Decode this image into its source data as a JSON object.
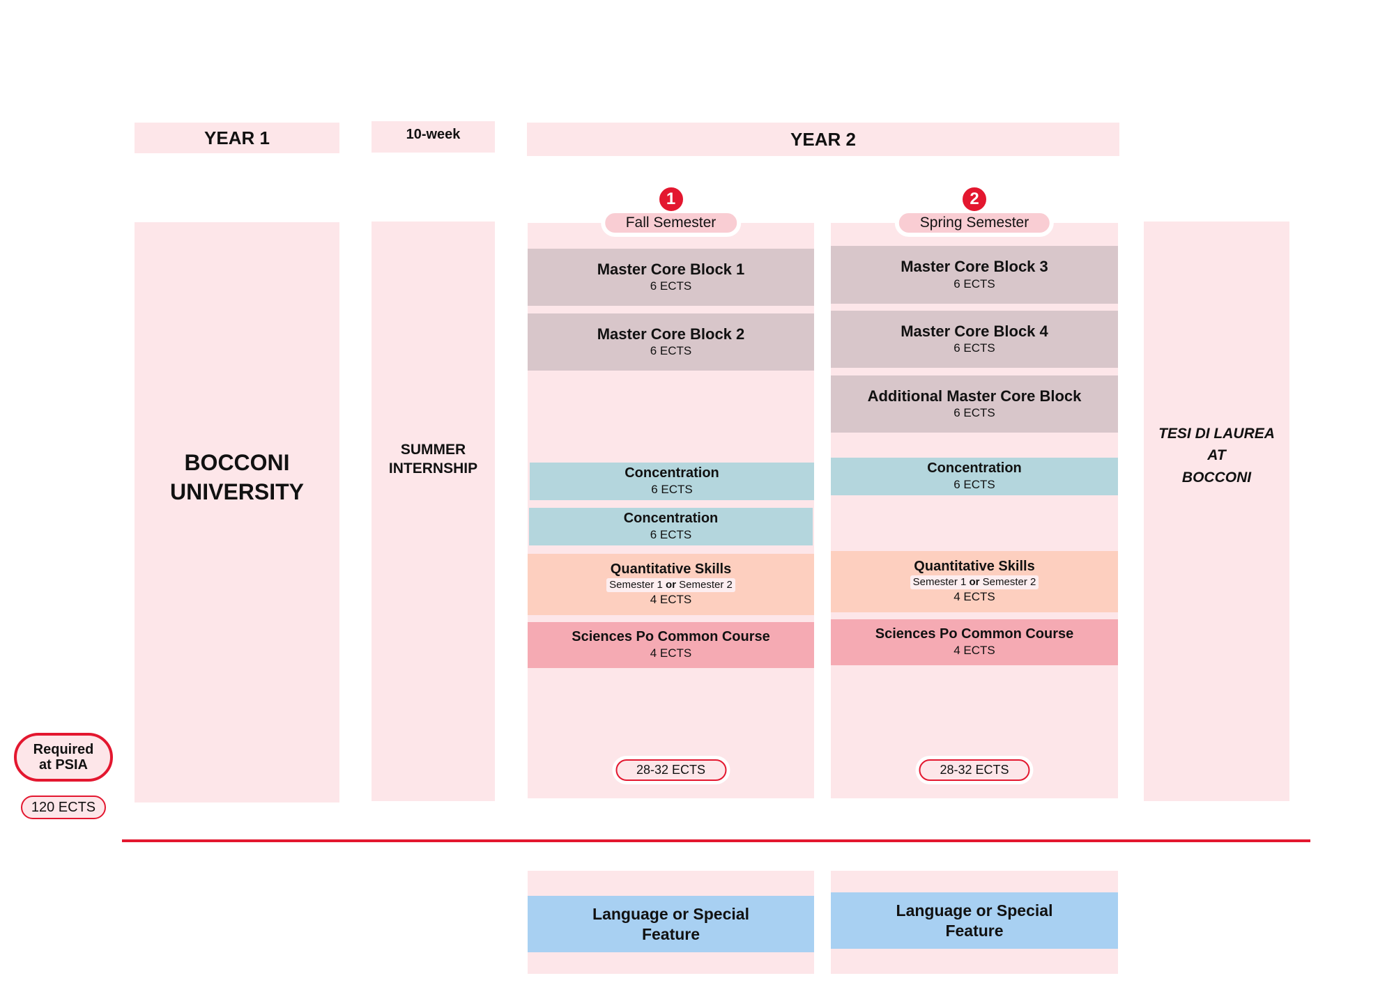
{
  "headers": {
    "year1": "YEAR 1",
    "internship_duration": "10-week",
    "year2": "YEAR 2"
  },
  "columns": {
    "bocconi": {
      "line1": "BOCCONI",
      "line2": "UNIVERSITY"
    },
    "internship": {
      "line1": "SUMMER",
      "line2": "INTERNSHIP"
    },
    "thesis": {
      "line1": "TESI DI LAUREA",
      "line2": "AT",
      "line3": "BOCCONI"
    }
  },
  "semesters": [
    {
      "number": "1",
      "label": "Fall Semester",
      "total_ects": "28-32 ECTS",
      "blocks": [
        {
          "type": "core",
          "title": "Master Core Block 1",
          "ects": "6 ECTS"
        },
        {
          "type": "core",
          "title": "Master Core Block 2",
          "ects": "6 ECTS"
        },
        {
          "type": "concentration",
          "title": "Concentration",
          "ects": "6 ECTS"
        },
        {
          "type": "concentration",
          "title": "Concentration",
          "ects": "6 ECTS"
        },
        {
          "type": "quant",
          "title": "Quantitative Skills",
          "note_a": "Semester 1",
          "note_or": "or",
          "note_b": "Semester 2",
          "ects": "4 ECTS"
        },
        {
          "type": "common",
          "title": "Sciences Po Common Course",
          "ects": "4 ECTS"
        }
      ],
      "extra": "Language or Special Feature"
    },
    {
      "number": "2",
      "label": "Spring Semester",
      "total_ects": "28-32 ECTS",
      "blocks": [
        {
          "type": "core",
          "title": "Master Core Block 3",
          "ects": "6 ECTS"
        },
        {
          "type": "core",
          "title": "Master Core Block 4",
          "ects": "6 ECTS"
        },
        {
          "type": "core",
          "title": "Additional Master Core Block",
          "ects": "6 ECTS"
        },
        {
          "type": "concentration",
          "title": "Concentration",
          "ects": "6 ECTS"
        },
        {
          "type": "quant",
          "title": "Quantitative Skills",
          "note_a": "Semester 1",
          "note_or": "or",
          "note_b": "Semester 2",
          "ects": "4 ECTS"
        },
        {
          "type": "common",
          "title": "Sciences Po Common Course",
          "ects": "4 ECTS"
        }
      ],
      "extra": "Language or Special Feature"
    }
  ],
  "legend": {
    "required_line1": "Required",
    "required_line2": "at PSIA",
    "total": "120 ECTS"
  },
  "colors": {
    "accent_red": "#e3172f",
    "background_pink": "#fde6e9",
    "core": "#d8c6ca",
    "concentration": "#b4d6dd",
    "quant": "#fdcfbf",
    "common": "#f5aab3",
    "language": "#a8d0f2"
  }
}
